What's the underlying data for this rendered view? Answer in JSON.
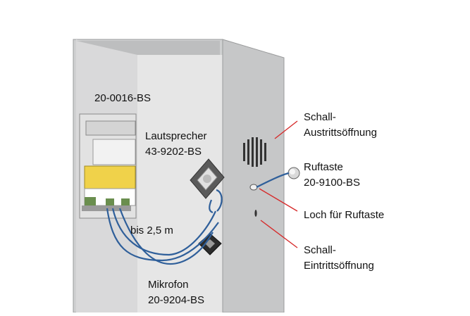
{
  "colors": {
    "wall_front": "#cfd0d1",
    "wall_side": "#c4c5c6",
    "wall_inner": "#e4e4e4",
    "cable": "#2f5f9a",
    "leader": "#d62b2b"
  },
  "labels": {
    "module": "20-0016-BS",
    "speaker_line1": "Lautsprecher",
    "speaker_line2": "43-9202-BS",
    "distance": "bis 2,5 m",
    "mic_line1": "Mikrofon",
    "mic_line2": "20-9204-BS",
    "sound_out_line1": "Schall-",
    "sound_out_line2": "Austrittsöffnung",
    "call_button_line1": "Ruftaste",
    "call_button_line2": "20-9100-BS",
    "button_hole": "Loch für Ruftaste",
    "sound_in_line1": "Schall-",
    "sound_in_line2": "Eintrittsöffnung"
  },
  "icons": {
    "module": "electronics-module-icon",
    "speaker": "speaker-icon",
    "microphone": "microphone-icon",
    "call_button": "push-button-icon",
    "speaker_grille": "speaker-grille-icon"
  }
}
